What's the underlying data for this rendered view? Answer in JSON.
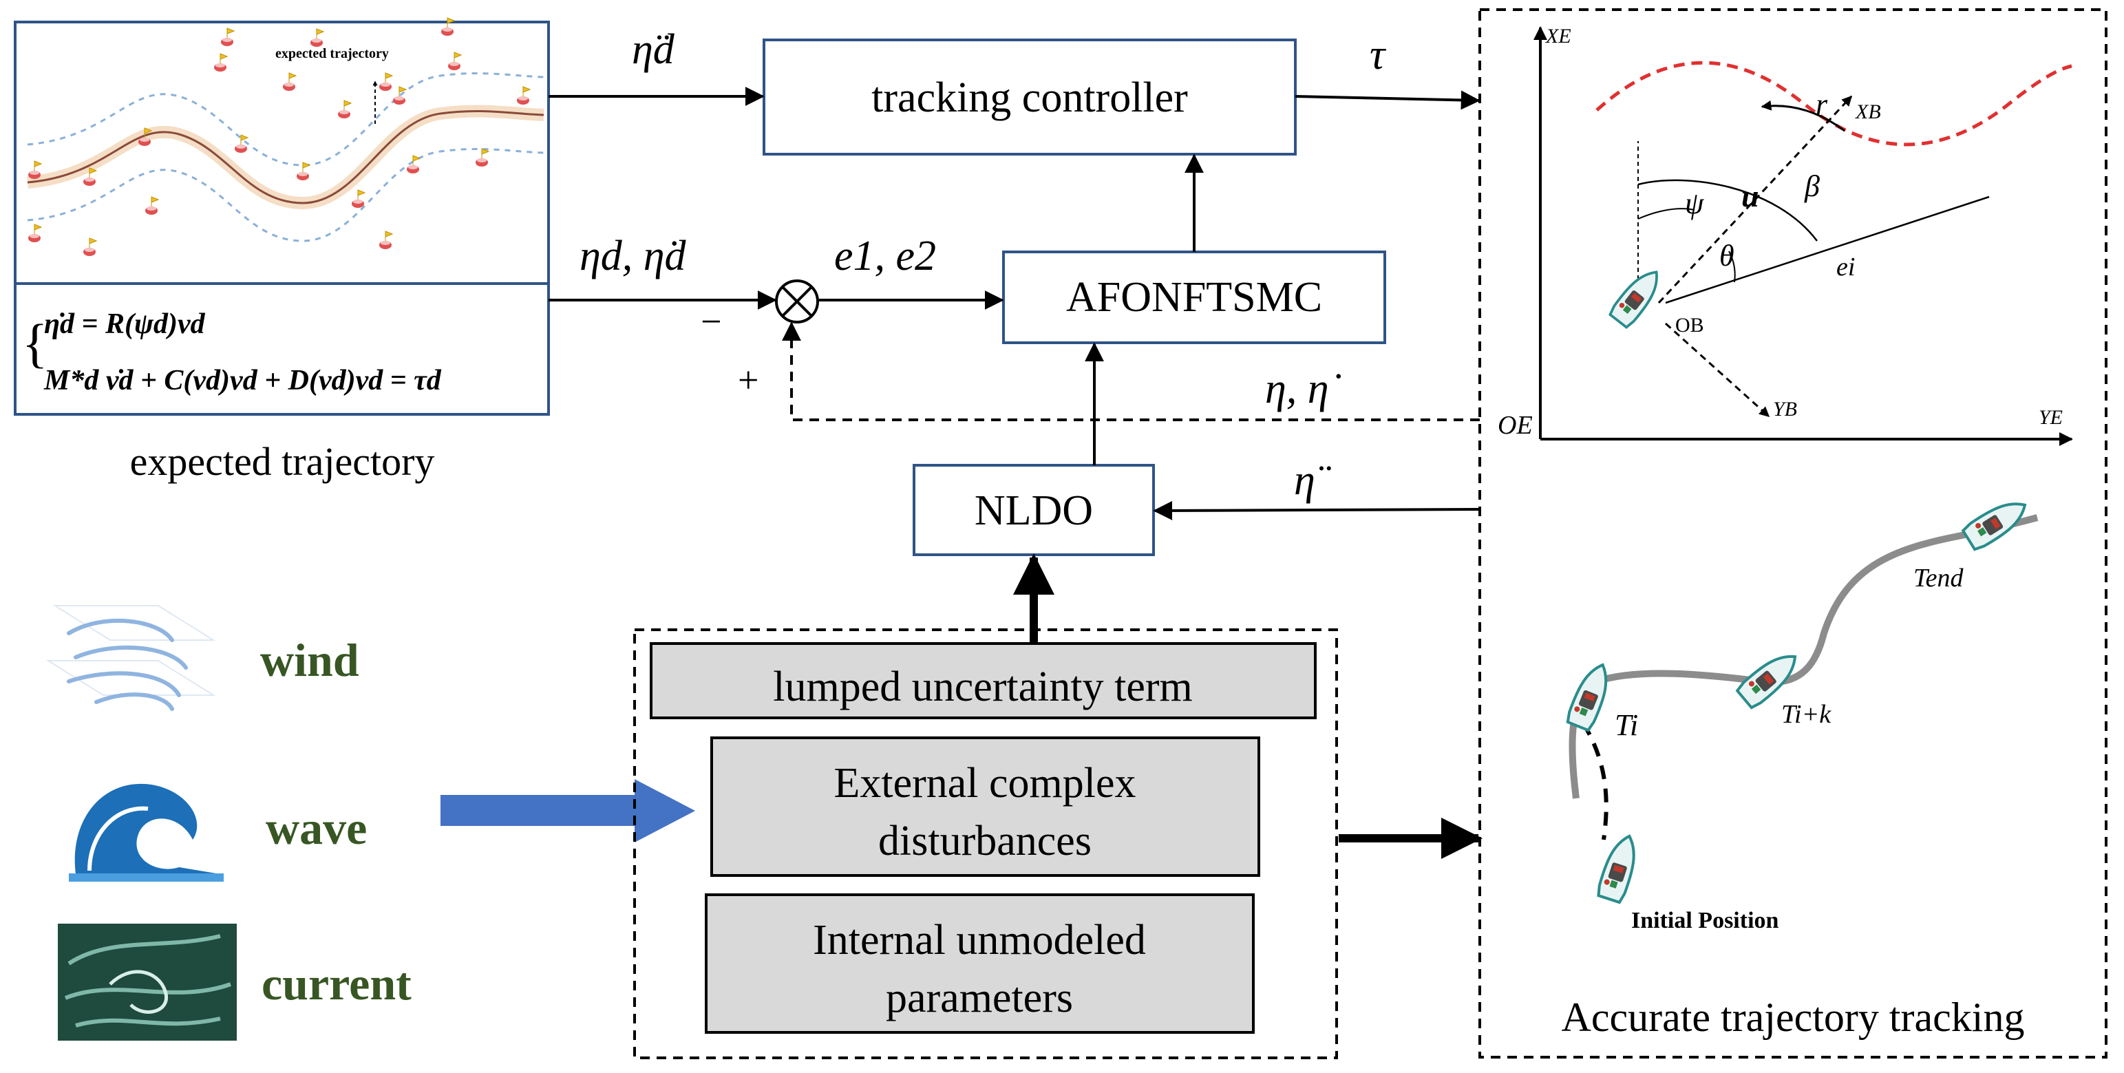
{
  "colors": {
    "box_border": "#2f5486",
    "grey_box_fill": "#d9d9d9",
    "legend_green": "#375623",
    "arrow_blue": "#4472c4",
    "dash_red": "#e03030",
    "wave_blue": "#1d6fb8"
  },
  "left_panel": {
    "inset_label": "expected trajectory",
    "eq1": "η̇d = R(ψd)νd",
    "eq2": "M*d ν̇d + C(νd)νd + D(νd)νd = τd",
    "caption": "expected trajectory"
  },
  "blocks": {
    "tracking_controller": "tracking controller",
    "afonftsmc": "AFONFTSMC",
    "nldo": "NLDO",
    "lumped": "lumped uncertainty term",
    "external_line1": "External complex",
    "external_line2": "disturbances",
    "internal_line1": "Internal unmodeled",
    "internal_line2": "parameters"
  },
  "signals": {
    "eta_d_ddot": "η̈d",
    "tau": "τ",
    "eta_d_pair": "ηd, η̇d",
    "errors": "e1, e2",
    "minus": "−",
    "plus": "+",
    "eta_pair": "η, η̇",
    "eta_ddot": "η̈"
  },
  "disturbances": {
    "wind": "wind",
    "wave": "wave",
    "current": "current"
  },
  "kinematics": {
    "xe": "XE",
    "ye": "YE",
    "oe": "OE",
    "xb": "XB",
    "yb": "YB",
    "ob": "OB",
    "r": "r",
    "psi": "ψ",
    "u": "u",
    "beta": "β",
    "theta": "θ",
    "ei": "ei"
  },
  "tracking": {
    "ti": "Ti",
    "tik": "Ti+k",
    "tend": "Tend",
    "initial": "Initial Position",
    "caption": "Accurate trajectory tracking"
  }
}
